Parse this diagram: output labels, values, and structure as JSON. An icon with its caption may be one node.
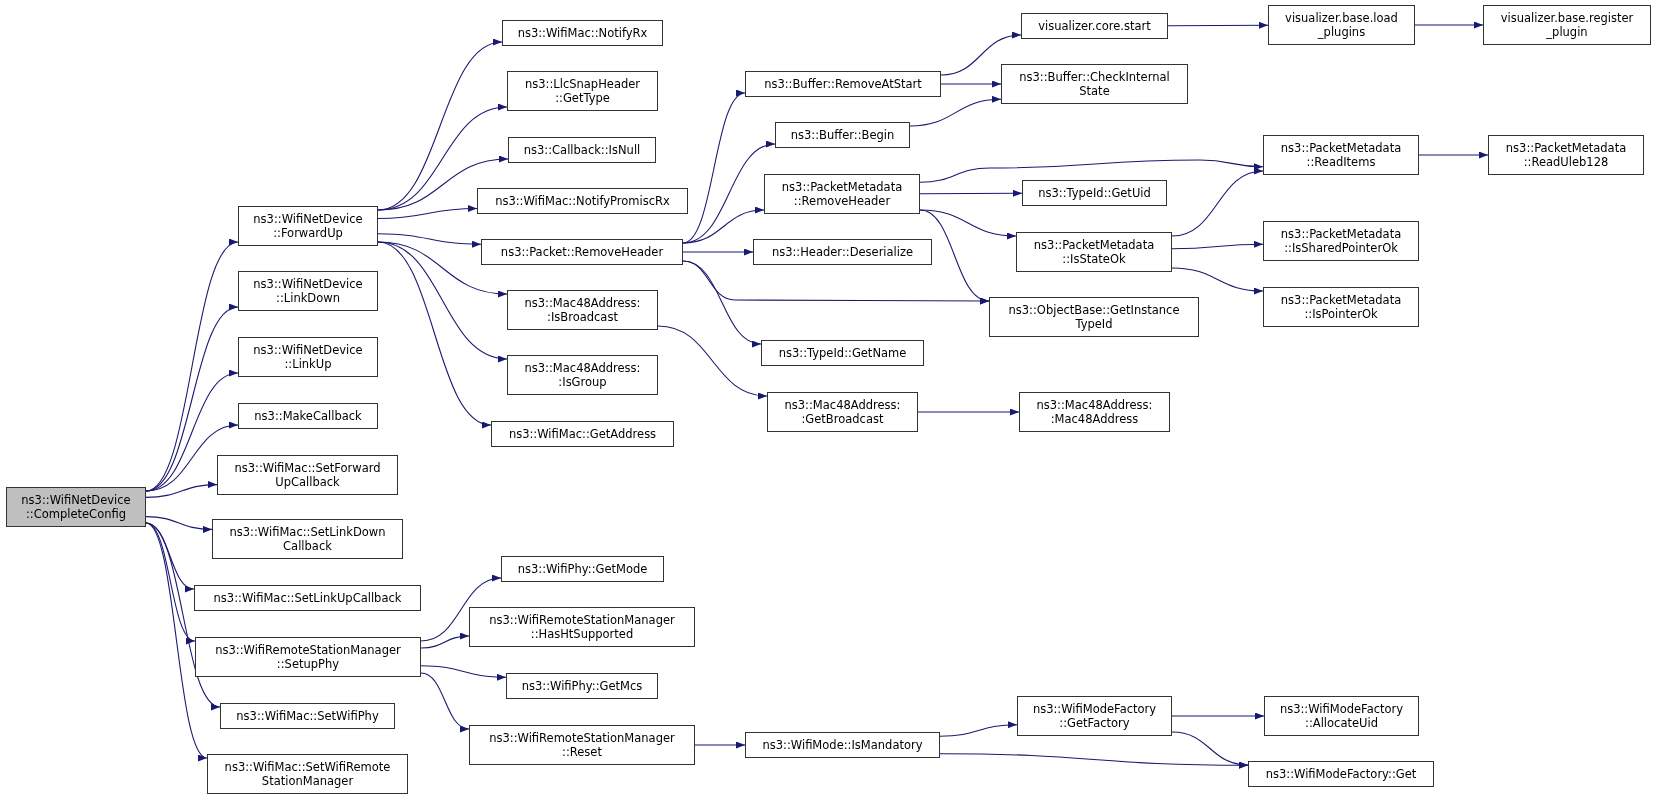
{
  "diagram": {
    "nodes": [
      {
        "text": [
          "ns3::WifiNetDevice ::CompleteConfig"
        ]
      },
      {
        "text": [
          "ns3::WifiNetDevice ::ForwardUp"
        ]
      },
      {
        "text": [
          "ns3::WifiNetDevice ::LinkDown"
        ]
      },
      {
        "text": [
          "ns3::WifiNetDevice ::LinkUp"
        ]
      },
      {
        "text": [
          "ns3::MakeCallback"
        ]
      },
      {
        "text": [
          "ns3::WifiMac::SetForward UpCallback"
        ]
      },
      {
        "text": [
          "ns3::WifiMac::SetLinkDown Callback"
        ]
      },
      {
        "text": [
          "ns3::WifiMac::SetLinkUpCallback"
        ]
      },
      {
        "text": [
          "ns3::WifiRemoteStationManager ::SetupPhy"
        ]
      },
      {
        "text": [
          "ns3::WifiMac::SetWifiPhy"
        ]
      },
      {
        "text": [
          "ns3::WifiMac::SetWifiRemote StationManager"
        ]
      },
      {
        "text": [
          "ns3::WifiMac::NotifyRx"
        ]
      },
      {
        "text": [
          "ns3::LlcSnapHeader ::GetType"
        ]
      },
      {
        "text": [
          "ns3::Callback::IsNull"
        ]
      },
      {
        "text": [
          "ns3::WifiMac::NotifyPromiscRx"
        ]
      },
      {
        "text": [
          "ns3::Packet::RemoveHeader"
        ]
      },
      {
        "text": [
          "ns3::Mac48Address: :IsBroadcast"
        ]
      },
      {
        "text": [
          "ns3::Mac48Address: :IsGroup"
        ]
      },
      {
        "text": [
          "ns3::WifiMac::GetAddress"
        ]
      },
      {
        "text": [
          "ns3::WifiPhy::GetMode"
        ]
      },
      {
        "text": [
          "ns3::WifiRemoteStationManager ::HasHtSupported"
        ]
      },
      {
        "text": [
          "ns3::WifiPhy::GetMcs"
        ]
      },
      {
        "text": [
          "ns3::WifiRemoteStationManager ::Reset"
        ]
      },
      {
        "text": [
          "ns3::Buffer::RemoveAtStart"
        ]
      },
      {
        "text": [
          "ns3::Buffer::Begin"
        ]
      },
      {
        "text": [
          "ns3::PacketMetadata ::RemoveHeader"
        ]
      },
      {
        "text": [
          "ns3::Header::Deserialize"
        ]
      },
      {
        "text": [
          "ns3::TypeId::GetName"
        ]
      },
      {
        "text": [
          "ns3::Mac48Address: :GetBroadcast"
        ]
      },
      {
        "text": [
          "ns3::WifiMode::IsMandatory"
        ]
      },
      {
        "text": [
          "visualizer.core.start"
        ]
      },
      {
        "text": [
          "ns3::Buffer::CheckInternal State"
        ]
      },
      {
        "text": [
          "ns3::TypeId::GetUid"
        ]
      },
      {
        "text": [
          "ns3::PacketMetadata ::IsStateOk"
        ]
      },
      {
        "text": [
          "ns3::ObjectBase::GetInstance TypeId"
        ]
      },
      {
        "text": [
          "ns3::Mac48Address: :Mac48Address"
        ]
      },
      {
        "text": [
          "ns3::WifiModeFactory ::GetFactory"
        ]
      },
      {
        "text": [
          "visualizer.base.load _plugins"
        ]
      },
      {
        "text": [
          "ns3::PacketMetadata ::ReadItems"
        ]
      },
      {
        "text": [
          "ns3::PacketMetadata ::IsSharedPointerOk"
        ]
      },
      {
        "text": [
          "ns3::PacketMetadata ::IsPointerOk"
        ]
      },
      {
        "text": [
          "ns3::WifiModeFactory ::AllocateUid"
        ]
      },
      {
        "text": [
          "ns3::WifiModeFactory::Get"
        ]
      },
      {
        "text": [
          "visualizer.base.register _plugin"
        ]
      },
      {
        "text": [
          "ns3::PacketMetadata ::ReadUleb128"
        ]
      }
    ],
    "edges": [
      {
        "from": 0,
        "to": 1,
        "arrow": "to"
      },
      {
        "from": 0,
        "to": 2,
        "arrow": "to"
      },
      {
        "from": 0,
        "to": 3,
        "arrow": "to"
      },
      {
        "from": 0,
        "to": 4,
        "arrow": "to"
      },
      {
        "from": 0,
        "to": 5,
        "arrow": "to"
      },
      {
        "from": 0,
        "to": 6,
        "arrow": "to"
      },
      {
        "from": 0,
        "to": 7,
        "arrow": "to"
      },
      {
        "from": 0,
        "to": 8,
        "arrow": "to"
      },
      {
        "from": 0,
        "to": 9,
        "arrow": "to"
      },
      {
        "from": 0,
        "to": 10,
        "arrow": "to"
      },
      {
        "from": 1,
        "to": 11,
        "arrow": "to"
      },
      {
        "from": 1,
        "to": 12,
        "arrow": "to"
      },
      {
        "from": 1,
        "to": 13,
        "arrow": "to"
      },
      {
        "from": 1,
        "to": 14,
        "arrow": "to"
      },
      {
        "from": 1,
        "to": 15,
        "arrow": "to"
      },
      {
        "from": 1,
        "to": 16,
        "arrow": "to"
      },
      {
        "from": 1,
        "to": 17,
        "arrow": "to"
      },
      {
        "from": 1,
        "to": 18,
        "arrow": "to"
      },
      {
        "from": 8,
        "to": 19,
        "arrow": "to"
      },
      {
        "from": 8,
        "to": 20,
        "arrow": "to"
      },
      {
        "from": 8,
        "to": 21,
        "arrow": "to"
      },
      {
        "from": 8,
        "to": 22,
        "arrow": "to"
      },
      {
        "from": 15,
        "to": 23,
        "arrow": "to"
      },
      {
        "from": 15,
        "to": 24,
        "arrow": "to"
      },
      {
        "from": 15,
        "to": 25,
        "arrow": "to"
      },
      {
        "from": 15,
        "to": 26,
        "arrow": "to"
      },
      {
        "from": 15,
        "to": 34,
        "arrow": "to"
      },
      {
        "from": 15,
        "to": 27,
        "arrow": "to"
      },
      {
        "from": 16,
        "to": 28,
        "arrow": "to"
      },
      {
        "from": 22,
        "to": 29,
        "arrow": "to"
      },
      {
        "from": 23,
        "to": 30,
        "arrow": "to"
      },
      {
        "from": 23,
        "to": 31,
        "arrow": "to"
      },
      {
        "from": 24,
        "to": 31,
        "arrow": "to"
      },
      {
        "from": 25,
        "to": 38,
        "arrow": "to"
      },
      {
        "from": 25,
        "to": 32,
        "arrow": "to"
      },
      {
        "from": 25,
        "to": 33,
        "arrow": "to"
      },
      {
        "from": 25,
        "to": 34,
        "arrow": "to"
      },
      {
        "from": 28,
        "to": 35,
        "arrow": "to"
      },
      {
        "from": 29,
        "to": 36,
        "arrow": "to"
      },
      {
        "from": 29,
        "to": 42,
        "arrow": "to"
      },
      {
        "from": 30,
        "to": 37,
        "arrow": "to"
      },
      {
        "from": 33,
        "to": 38,
        "arrow": "to"
      },
      {
        "from": 33,
        "to": 39,
        "arrow": "to"
      },
      {
        "from": 33,
        "to": 40,
        "arrow": "to"
      },
      {
        "from": 36,
        "to": 41,
        "arrow": "to"
      },
      {
        "from": 36,
        "to": 42,
        "arrow": "to"
      },
      {
        "from": 37,
        "to": 43,
        "arrow": "to"
      },
      {
        "from": 38,
        "to": 44,
        "arrow": "to"
      }
    ]
  }
}
